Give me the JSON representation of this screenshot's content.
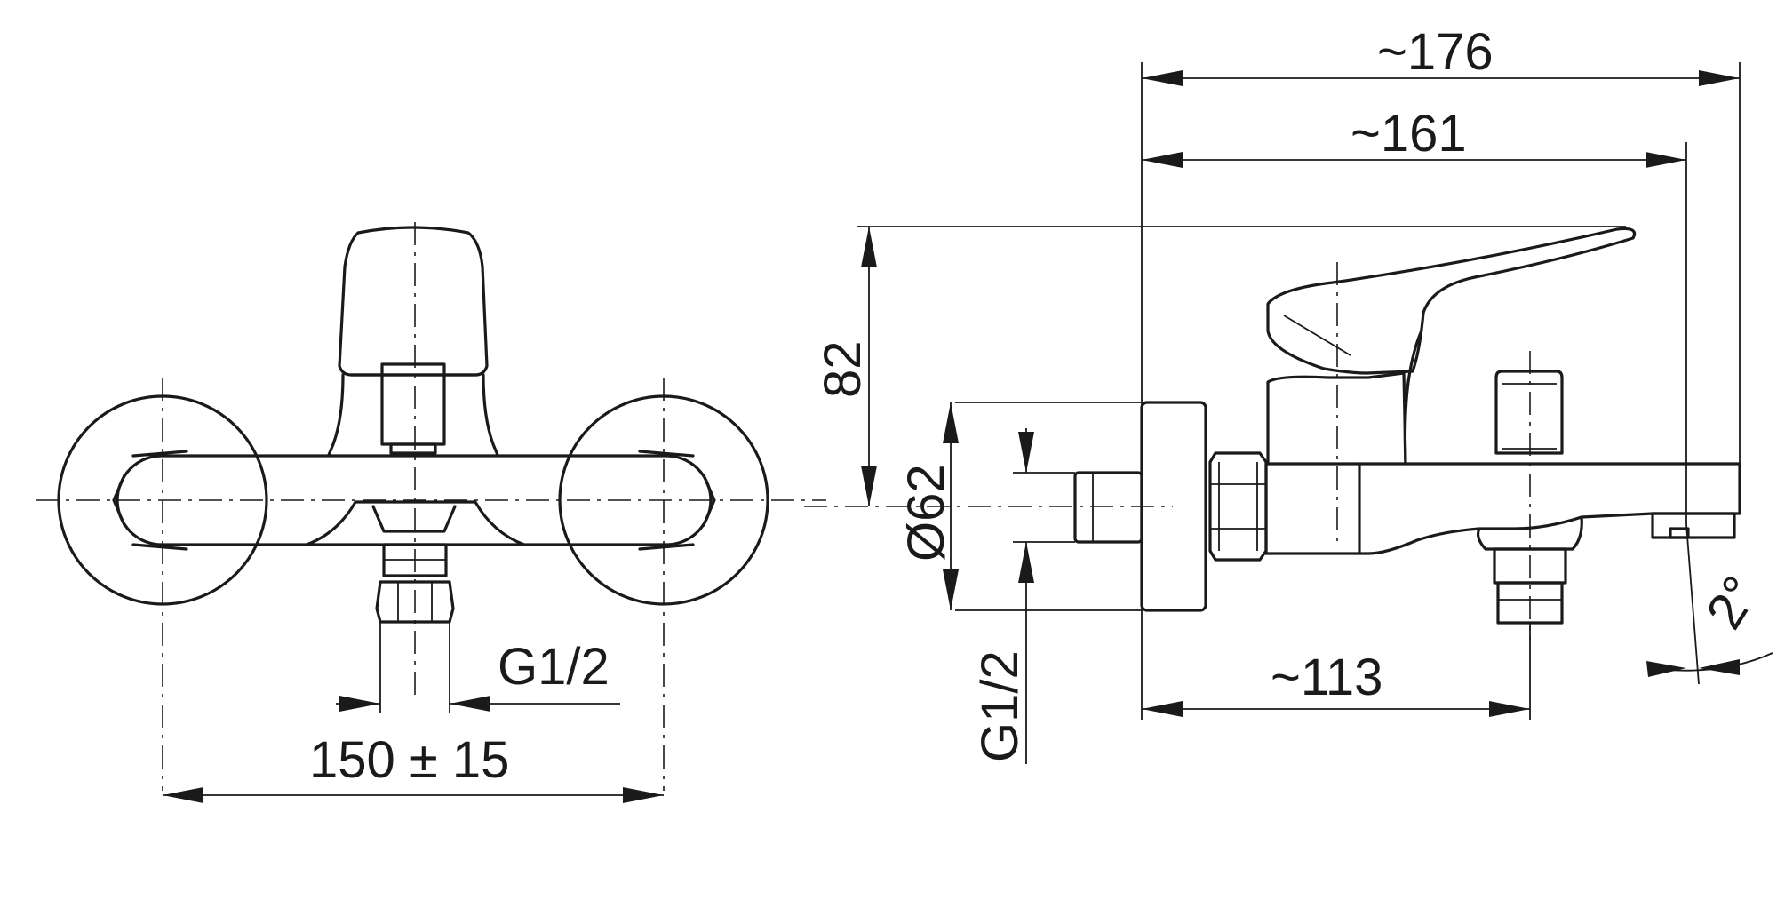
{
  "front_view": {
    "label_connection": "G1/2",
    "label_center_distance": "150 ± 15"
  },
  "side_view": {
    "label_total_length": "~176",
    "label_spout_length": "~161",
    "label_height": "82",
    "label_rosette_diameter": "Ø62",
    "label_connection": "G1/2",
    "label_outlet_distance": "~113",
    "label_spout_angle": "2°"
  }
}
